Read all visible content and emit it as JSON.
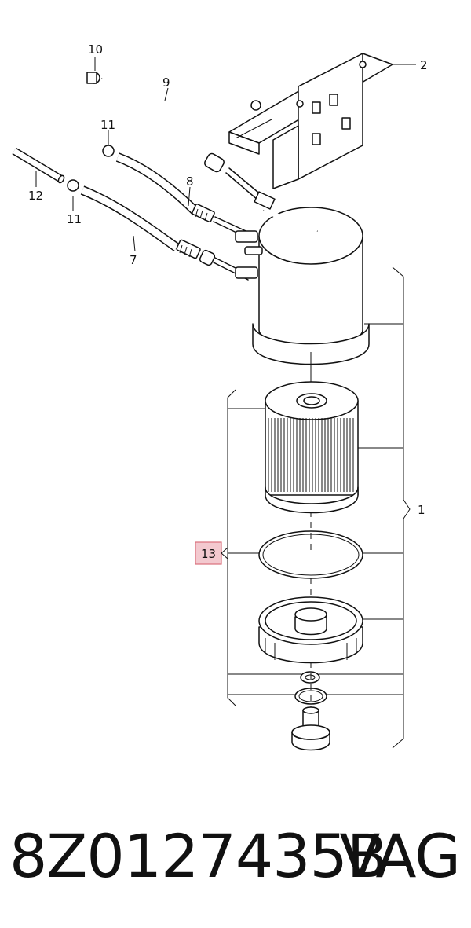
{
  "diagram": {
    "callouts": [
      {
        "id": "c1",
        "text": "1"
      },
      {
        "id": "c2",
        "text": "2"
      },
      {
        "id": "c7",
        "text": "7"
      },
      {
        "id": "c8",
        "text": "8"
      },
      {
        "id": "c9",
        "text": "9"
      },
      {
        "id": "c10",
        "text": "10"
      },
      {
        "id": "c11a",
        "text": "11"
      },
      {
        "id": "c11b",
        "text": "11"
      },
      {
        "id": "c12",
        "text": "12"
      },
      {
        "id": "c13",
        "text": "13"
      }
    ],
    "highlight_color": "#f3c9cf",
    "highlight_border": "#d9707c"
  },
  "footer": {
    "part_number": "8Z0127435B",
    "brand": "VAG"
  }
}
